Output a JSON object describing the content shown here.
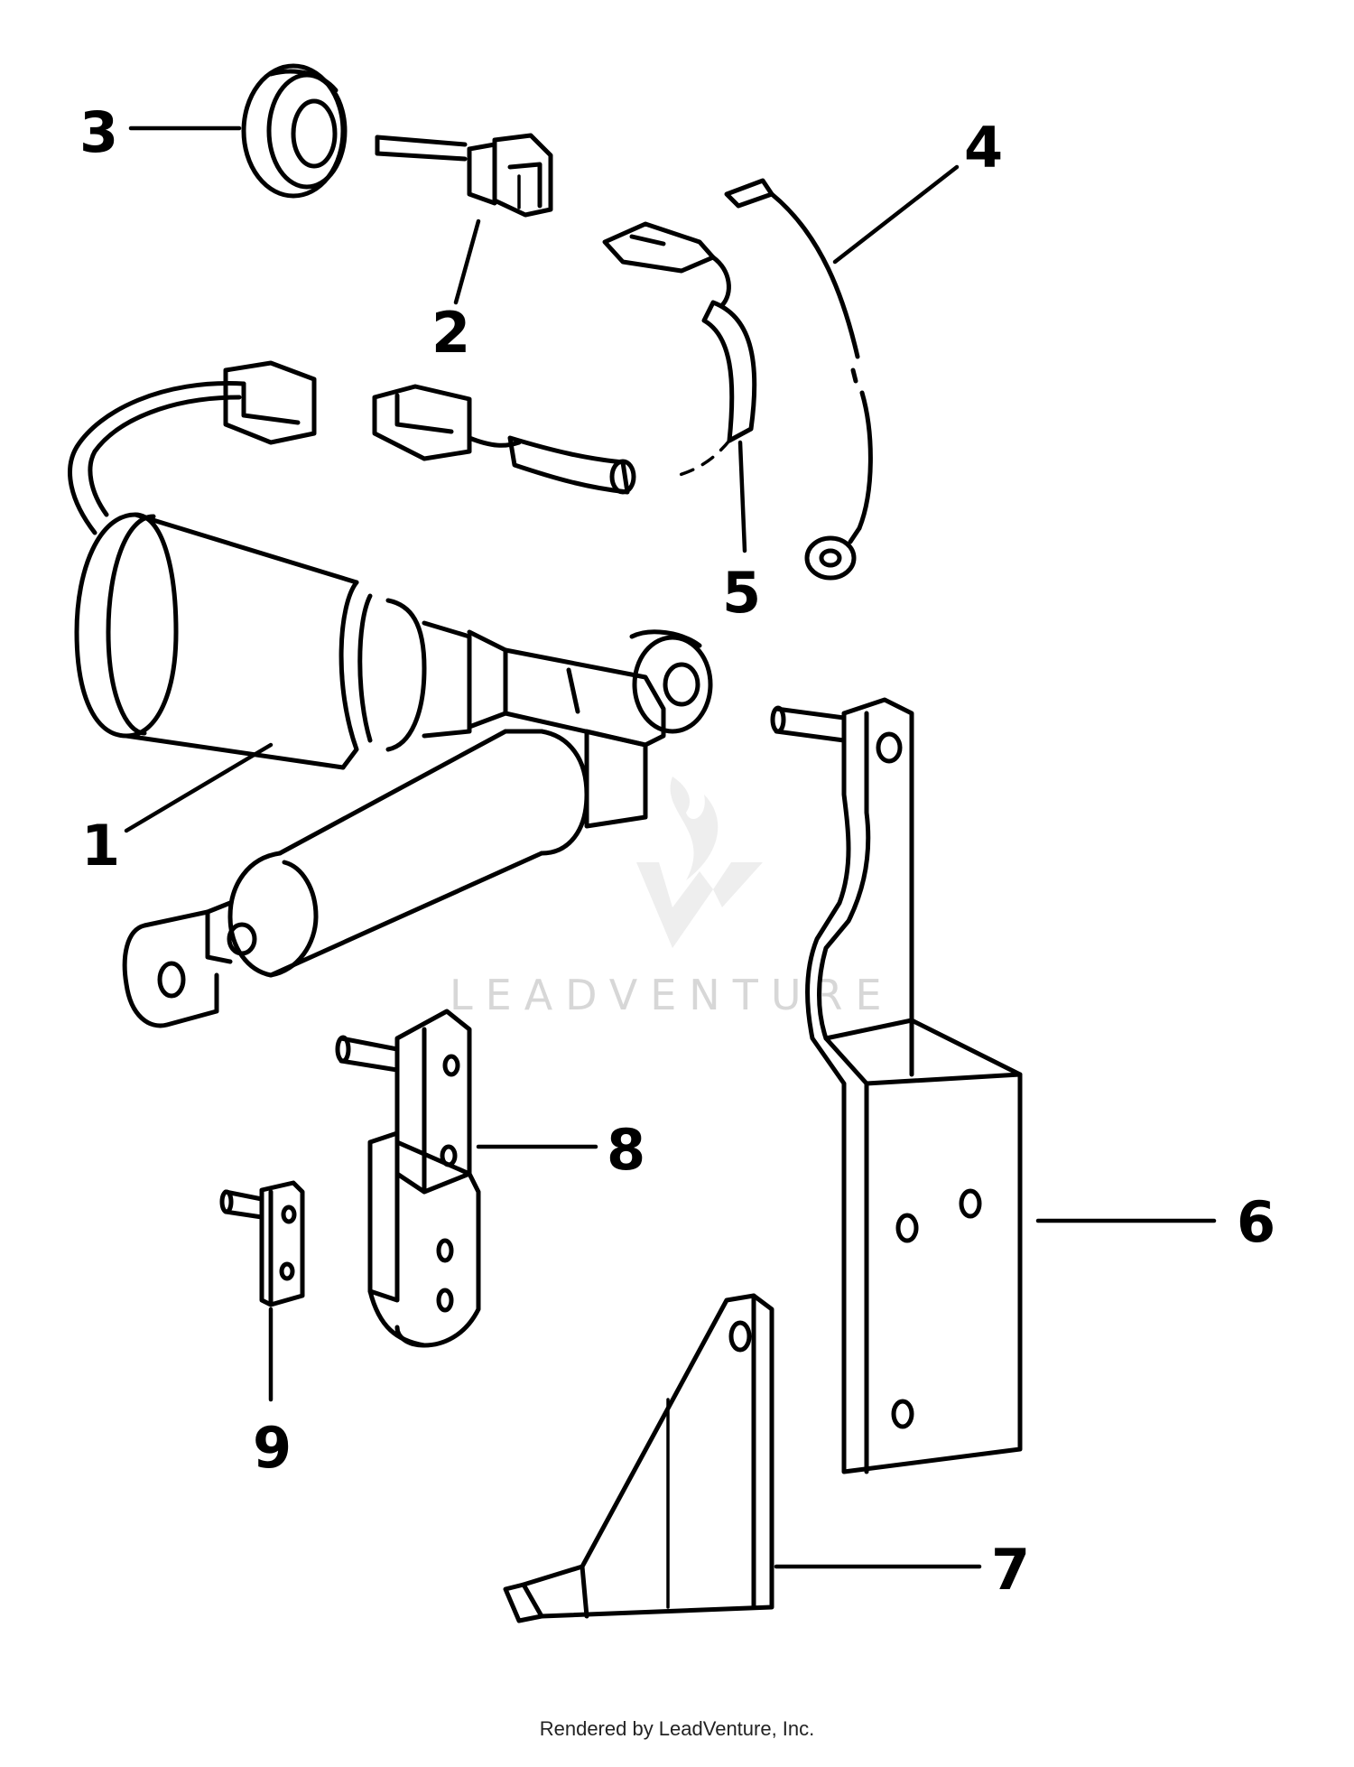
{
  "callouts": [
    "1",
    "2",
    "3",
    "4",
    "5",
    "6",
    "7",
    "8",
    "9"
  ],
  "watermark": {
    "text": "LEADVENTURE"
  },
  "footer": {
    "text": "Rendered by LeadVenture, Inc."
  }
}
